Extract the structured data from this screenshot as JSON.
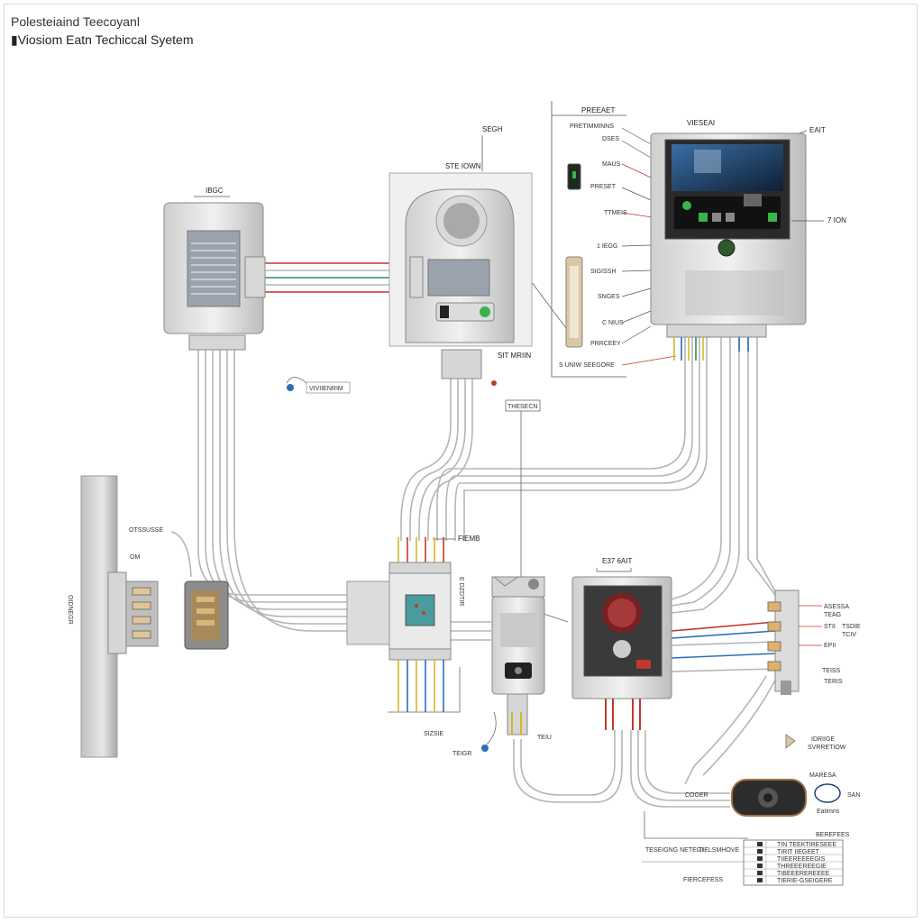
{
  "header": {
    "title": "Polesteiaind Teecoyanl",
    "subtitle": "▮Viosiom Eatn Techiccal Syetem"
  },
  "labels": {
    "left_unit": "IBGC",
    "center_top": "SEGH",
    "center_sub": "STE IOWN",
    "panel_title": "VIESEAI",
    "panel_corner": "EAIT",
    "panel_side": "7 ION",
    "legend_header": "PREEAET",
    "legend_items": [
      "PRETIMMINNS",
      "DSES",
      "MAUS",
      "PRESET",
      "TTMEIS",
      "1 IEGG",
      "SIGISSH",
      "SNGES",
      "C NIUS",
      "PRRCEEY",
      "S UNIW SEEGORE"
    ],
    "center_below": "SIT MRIIN",
    "sensor_left": "VIVIIENRIM",
    "middle_tag": "THESECN",
    "left_wall": "OIDNEGR",
    "left_panel_a": "OTSSUSSE",
    "left_panel_b": "OM",
    "junction_tag": "FIEMB",
    "junction_side": "E DZDTIR",
    "bottom_left_tag": "SIZSIE",
    "bottom_probe": "TEIGR",
    "controller_tag": "TEIU",
    "cabinet_tag": "E37 6AIT",
    "terminal_right": [
      "ASESSA",
      "TEAG",
      "STII",
      "TSDIE",
      "EPII",
      "TCIV",
      "TEISS",
      "TERIS"
    ],
    "side_sensor": "IDRIIGE",
    "side_sensor_b": "SVRRETIOW",
    "remote_label": "COGER",
    "remote_right": "SAN",
    "remote_top": "MARESA",
    "remote_brand": "Eatimns",
    "table_title": "BEREFEES",
    "table_left_a": "TESEIGNG NETEGI",
    "table_left_b": "TIELSMHOVE",
    "table_left_c": "FIERCEFESS",
    "table_rows": [
      "TIN TEEKTIRESEEE",
      "TIRIT IIEGEET",
      "TIIEEREEEEGIS",
      "THREEEREEGIE",
      "TIBEEEREREEEE",
      "TIERIE-GSEIGERE"
    ]
  },
  "colors": {
    "wire_gray": "#b5b5b5",
    "wire_red": "#c0392b",
    "wire_green": "#2e8b57",
    "wire_yellow": "#d4b72a",
    "wire_blue": "#2c6fb5",
    "housing": "#e6e6e6",
    "housing_dark": "#9a9a9a",
    "screen": "#1b3f6b",
    "status_green": "#3bb34a"
  }
}
